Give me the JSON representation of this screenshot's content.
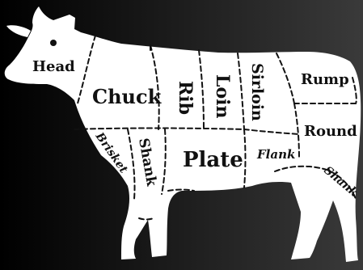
{
  "palette": {
    "background_dark": "#000000",
    "background_light": "#3a3a3a",
    "cow_fill": "#ffffff",
    "ink": "#111111"
  },
  "diagram": {
    "cuts": [
      {
        "key": "head",
        "label": "Head"
      },
      {
        "key": "chuck",
        "label": "Chuck"
      },
      {
        "key": "rib",
        "label": "Rib"
      },
      {
        "key": "loin",
        "label": "Loin"
      },
      {
        "key": "sirloin",
        "label": "Sirloin"
      },
      {
        "key": "rump",
        "label": "Rump"
      },
      {
        "key": "round",
        "label": "Round"
      },
      {
        "key": "brisket",
        "label": "Brisket"
      },
      {
        "key": "front_shank",
        "label": "Shank"
      },
      {
        "key": "plate",
        "label": "Plate"
      },
      {
        "key": "flank",
        "label": "Flank"
      },
      {
        "key": "hind_shank",
        "label": "Shank"
      }
    ]
  }
}
